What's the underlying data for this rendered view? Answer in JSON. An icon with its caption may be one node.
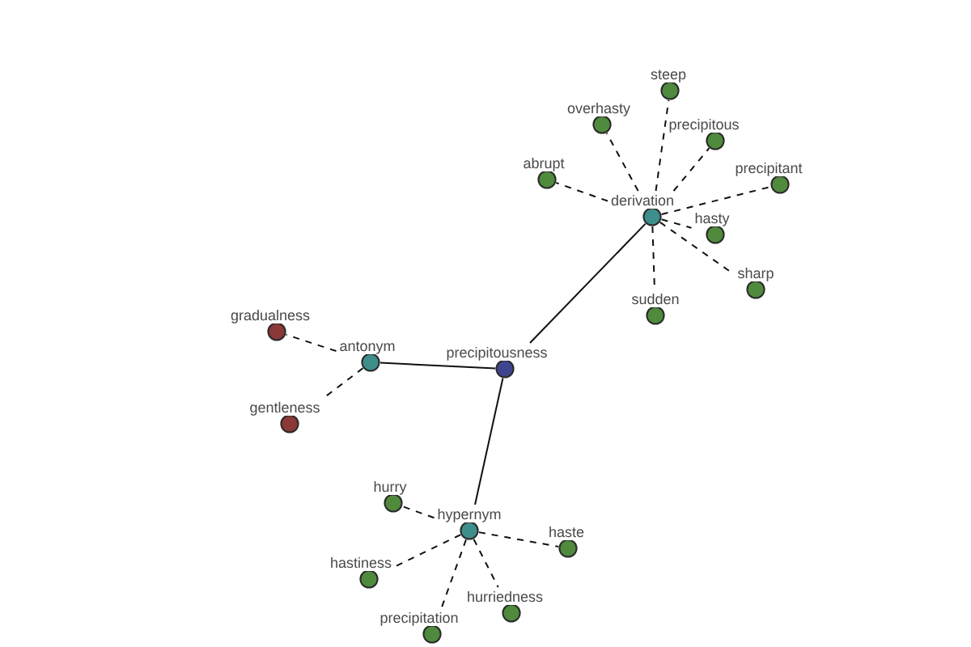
{
  "diagram": {
    "nodes": [
      {
        "text": [
          "steep"
        ]
      },
      {
        "text": [
          "overhasty"
        ]
      },
      {
        "text": [
          "precipitous"
        ]
      },
      {
        "text": [
          "abrupt"
        ]
      },
      {
        "text": [
          "precipitant"
        ]
      },
      {
        "text": [
          "derivation"
        ]
      },
      {
        "text": [
          "hasty"
        ]
      },
      {
        "text": [
          "sharp"
        ]
      },
      {
        "text": [
          "sudden"
        ]
      },
      {
        "text": [
          "gradualness"
        ]
      },
      {
        "text": [
          "antonym"
        ]
      },
      {
        "text": [
          "precipitousness"
        ]
      },
      {
        "text": [
          "gentleness"
        ]
      },
      {
        "text": [
          "hurry"
        ]
      },
      {
        "text": [
          "hypernym"
        ]
      },
      {
        "text": [
          "haste"
        ]
      },
      {
        "text": [
          "hastiness"
        ]
      },
      {
        "text": [
          "hurriedness"
        ]
      },
      {
        "text": [
          "precipitation"
        ]
      }
    ],
    "edges": [
      {
        "from": 11,
        "to": 5,
        "arrow": "none"
      },
      {
        "from": 11,
        "to": 10,
        "arrow": "none"
      },
      {
        "from": 11,
        "to": 14,
        "arrow": "none"
      },
      {
        "from": 5,
        "to": 0,
        "arrow": "none",
        "style": "dashed"
      },
      {
        "from": 5,
        "to": 1,
        "arrow": "none",
        "style": "dashed"
      },
      {
        "from": 5,
        "to": 2,
        "arrow": "none",
        "style": "dashed"
      },
      {
        "from": 5,
        "to": 3,
        "arrow": "none",
        "style": "dashed"
      },
      {
        "from": 5,
        "to": 4,
        "arrow": "none",
        "style": "dashed"
      },
      {
        "from": 5,
        "to": 6,
        "arrow": "none",
        "style": "dashed"
      },
      {
        "from": 5,
        "to": 7,
        "arrow": "none",
        "style": "dashed"
      },
      {
        "from": 5,
        "to": 8,
        "arrow": "none",
        "style": "dashed"
      },
      {
        "from": 10,
        "to": 9,
        "arrow": "none",
        "style": "dashed"
      },
      {
        "from": 10,
        "to": 12,
        "arrow": "none",
        "style": "dashed"
      },
      {
        "from": 14,
        "to": 13,
        "arrow": "none",
        "style": "dashed"
      },
      {
        "from": 14,
        "to": 15,
        "arrow": "none",
        "style": "dashed"
      },
      {
        "from": 14,
        "to": 16,
        "arrow": "none",
        "style": "dashed"
      },
      {
        "from": 14,
        "to": 17,
        "arrow": "none",
        "style": "dashed"
      },
      {
        "from": 14,
        "to": 18,
        "arrow": "none",
        "style": "dashed"
      }
    ]
  }
}
